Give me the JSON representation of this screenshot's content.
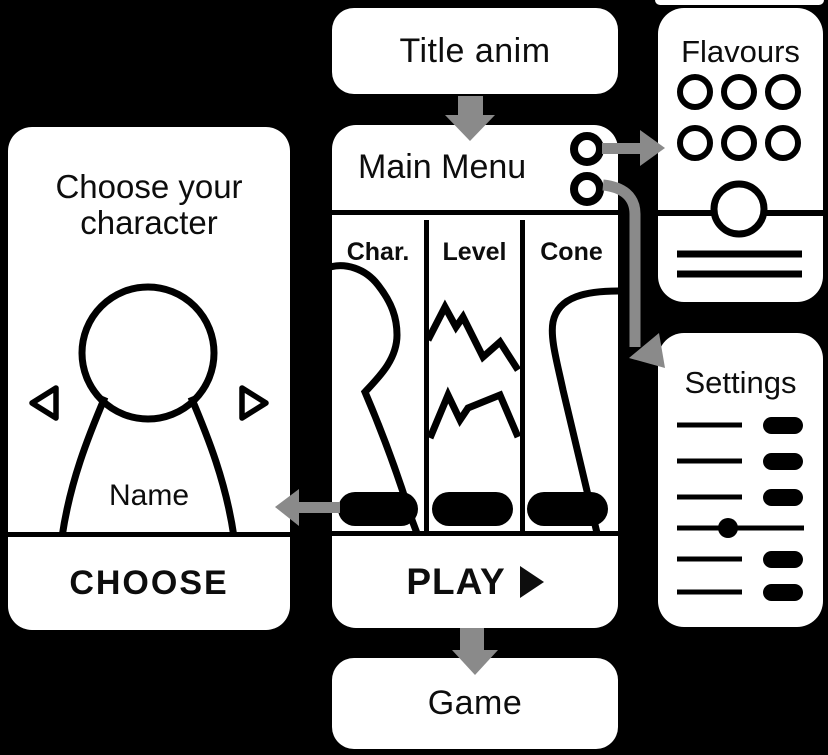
{
  "colors": {
    "background": "#000000",
    "panel": "#ffffff",
    "ink": "#000000",
    "arrow": "#8a8a8a"
  },
  "title_anim": {
    "label": "Title anim"
  },
  "main_menu": {
    "title": "Main Menu",
    "columns": [
      {
        "label": "Char."
      },
      {
        "label": "Level"
      },
      {
        "label": "Cone"
      }
    ],
    "play_label": "PLAY"
  },
  "choose_screen": {
    "heading": "Choose your character",
    "name_label": "Name",
    "choose_label": "CHOOSE"
  },
  "flavours_screen": {
    "title": "Flavours"
  },
  "settings_screen": {
    "title": "Settings"
  },
  "game_screen": {
    "label": "Game"
  }
}
